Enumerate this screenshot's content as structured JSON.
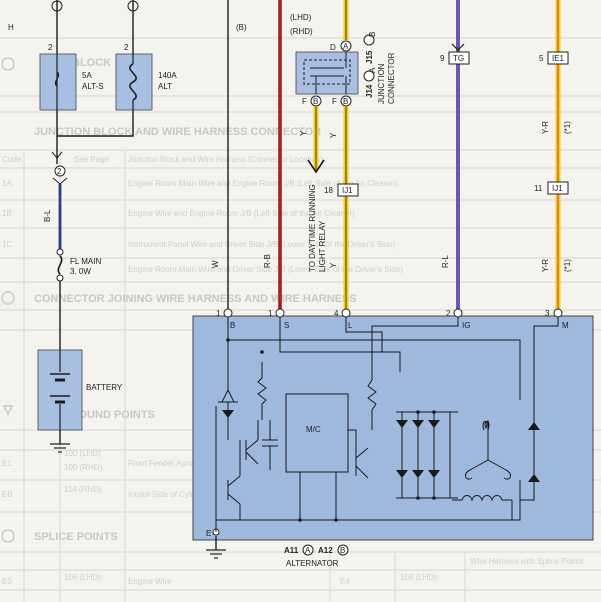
{
  "background_text": {
    "sections": [
      "JUNCTION BLOCK AND WIRE HARNESS CONNECTOR",
      "CONNECTOR JOINING WIRE HARNESS AND WIRE HARNESS",
      "GROUND POINTS",
      "SPLICE POINTS"
    ],
    "header_fragments": [
      "BLOCK",
      "Code",
      "See Page",
      "Junction Block and Wire Harness (Connector Location)",
      "Wire Harness with Splice Points"
    ],
    "row_text": [
      "Engine Room Main Wire and Engine Room J/B (Left Side of the Air Cleaner)",
      "Engine Wire and Engine Room J/B (Left Side of the Air Cleaner)",
      "Instrument Panel Wire and Driver Side J/B (Lower Side of the Driver's Side)",
      "Engine Room Main Wire and Driver Side J/B (Lower Side of the Driver's Side)",
      "Front Fender Apron LH",
      "Intake Side of Cylinder Block",
      "Engine Wire"
    ],
    "codes": [
      "1A",
      "1B",
      "1C",
      "E1",
      "EB",
      "E3",
      "E4"
    ],
    "page_refs": [
      "100 (LHD)",
      "100 (RHD)",
      "114 (RHD)",
      "106 (LHD)",
      "108 (LHD)"
    ]
  },
  "fuses": [
    {
      "pin_top": "2",
      "rating": "5A",
      "name": "ALT-S"
    },
    {
      "pin_top": "2",
      "rating": "140A",
      "name": "ALT"
    }
  ],
  "fusible_link": {
    "connector_pin": "2",
    "name": "FL MAIN",
    "size": "3. 0W",
    "wire_color": "B-L"
  },
  "battery": {
    "label": "BATTERY"
  },
  "junction_connector": {
    "codes": [
      "J14",
      "A",
      "J15",
      "B"
    ],
    "label_line1": "JUNCTION",
    "label_line2": "CONNECTOR",
    "pins": {
      "top": "D",
      "top_connector": "A",
      "bottom_left": "F",
      "bottom_left_conn": "B",
      "bottom_right": "F",
      "bottom_right_conn": "B"
    },
    "wire_color": "Y",
    "out_note_line1": "TO DAYTIME RUNNING",
    "out_note_line2": "LIGHT RELAY"
  },
  "connectors": [
    {
      "pin": "18",
      "code": "IJ1"
    },
    {
      "pin": "9",
      "code": "TG"
    },
    {
      "pin": "5",
      "code": "IE1"
    },
    {
      "pin": "11",
      "code": "IJ1"
    }
  ],
  "wire_labels": [
    "W",
    "R-B",
    "Y",
    "R-L",
    "Y-R",
    "(*1)",
    "Y-R",
    "(*1)"
  ],
  "alternator": {
    "pins": [
      {
        "num": "1",
        "name": "B"
      },
      {
        "num": "1",
        "name": "S"
      },
      {
        "num": "4",
        "name": "L"
      },
      {
        "num": "2",
        "name": "IG"
      },
      {
        "num": "3",
        "name": "M"
      },
      {
        "num": "",
        "name": "E"
      }
    ],
    "ic_label": "M/C",
    "codes": [
      "A11",
      "A",
      "A12",
      "B"
    ],
    "label": "ALTERNATOR"
  },
  "top_fragments": {
    "left_code": "H",
    "mid_code": "(B)",
    "lhd": "(LHD)",
    "rhd": "(RHD)"
  },
  "colors": {
    "alternator_fill": "#9fb8de",
    "fuse_fill": "#a8bfe1",
    "wire_red": "#cf3a3a",
    "wire_yellow": "#f2cc21",
    "wire_purple": "#8b4f9f",
    "wire_blue": "#3f63c8",
    "paper": "#f4f3ee"
  }
}
